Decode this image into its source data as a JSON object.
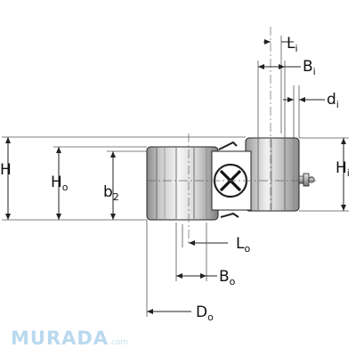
{
  "labels": {
    "H": "H",
    "Ho": {
      "main": "H",
      "sub": "o"
    },
    "b2": {
      "main": "b",
      "sub": "2"
    },
    "Hi": {
      "main": "H",
      "sub": "i"
    },
    "Li": {
      "main": "L",
      "sub": "i"
    },
    "Bi": {
      "main": "B",
      "sub": "i"
    },
    "di": {
      "main": "d",
      "sub": "i"
    },
    "Lo": {
      "main": "L",
      "sub": "o"
    },
    "Bo": {
      "main": "B",
      "sub": "o"
    },
    "Do": {
      "main": "D",
      "sub": "o"
    }
  },
  "watermark": {
    "main": "MURADA",
    "suffix": ".com"
  },
  "colors": {
    "line": "#222222",
    "shade_dark": "#7a7a7a",
    "shade_light": "#f4f4f4",
    "watermark": "#b9d9ee"
  }
}
